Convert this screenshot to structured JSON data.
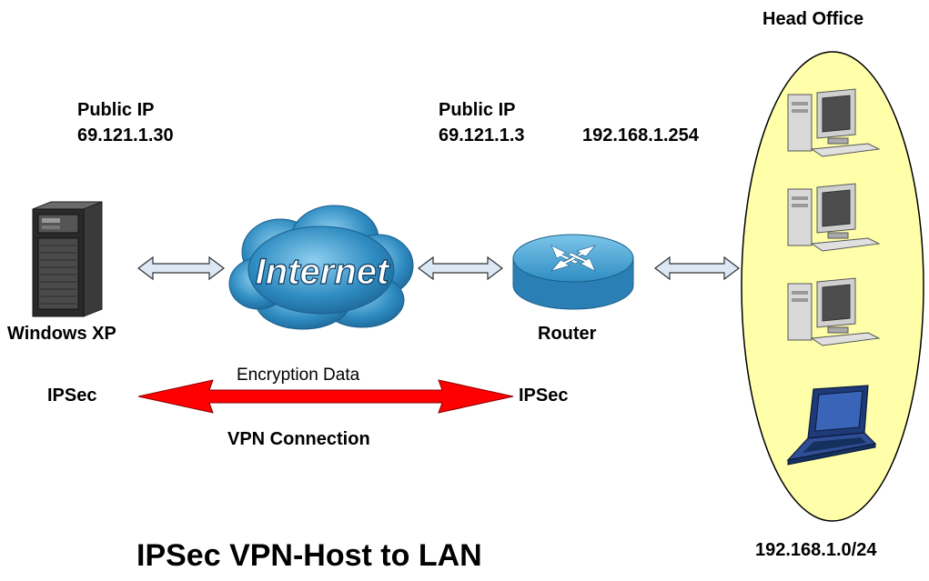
{
  "head_office": "Head Office",
  "host": {
    "ip_label": "Public IP",
    "ip": "69.121.1.30",
    "name": "Windows XP",
    "protocol": "IPSec"
  },
  "router": {
    "ip_label": "Public IP",
    "public_ip": "69.121.1.3",
    "lan_ip": "192.168.1.254",
    "name": "Router",
    "protocol": "IPSec"
  },
  "internet": "Internet",
  "tunnel": {
    "top_label": "Encryption Data",
    "bottom_label": "VPN Connection"
  },
  "lan_subnet": "192.168.1.0/24",
  "title": "IPSec VPN-Host to LAN",
  "colors": {
    "lan_ellipse": "#ffffaa",
    "cloud": "#2e8bc0",
    "router": "#3aa0d5",
    "tunnel_arrow": "#ff0000",
    "link_arrow": "#dce8f6"
  },
  "icons": {
    "host": "server-tower-icon",
    "internet": "cloud-icon",
    "router": "router-icon",
    "lan_devices": [
      "desktop-pc-icon",
      "desktop-pc-icon",
      "desktop-pc-icon",
      "laptop-icon"
    ]
  }
}
